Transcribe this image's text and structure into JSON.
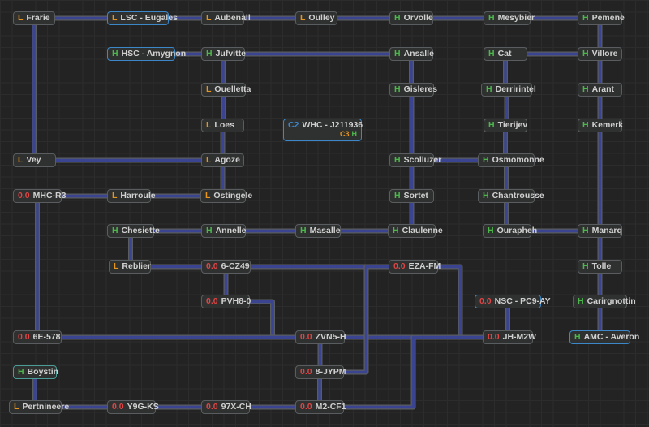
{
  "map": {
    "colors": {
      "background": "#232323",
      "link": "#3a4490",
      "link_outline": "#5a5d60",
      "sec_low": "#e8951c",
      "sec_high": "#4cb84c",
      "sec_null": "#e04444",
      "hub_border": "#3c87c8"
    },
    "systems": [
      {
        "id": "frarie",
        "sec": "L",
        "name": "Frarie"
      },
      {
        "id": "eugales",
        "sec": "L",
        "name": "LSC - Eugales",
        "hub": true
      },
      {
        "id": "aubenall",
        "sec": "L",
        "name": "Aubenall"
      },
      {
        "id": "oulley",
        "sec": "L",
        "name": "Oulley"
      },
      {
        "id": "orvolle",
        "sec": "H",
        "name": "Orvolle"
      },
      {
        "id": "mesybier",
        "sec": "H",
        "name": "Mesybier"
      },
      {
        "id": "pemene",
        "sec": "H",
        "name": "Pemene"
      },
      {
        "id": "amygnon",
        "sec": "H",
        "name": "HSC - Amygnon",
        "hub": true
      },
      {
        "id": "jufvitte",
        "sec": "H",
        "name": "Jufvitte"
      },
      {
        "id": "ansalle",
        "sec": "H",
        "name": "Ansalle"
      },
      {
        "id": "cat",
        "sec": "H",
        "name": "Cat"
      },
      {
        "id": "villore",
        "sec": "H",
        "name": "Villore"
      },
      {
        "id": "ouelletta",
        "sec": "L",
        "name": "Ouelletta"
      },
      {
        "id": "gisleres",
        "sec": "H",
        "name": "Gisleres"
      },
      {
        "id": "derririntel",
        "sec": "H",
        "name": "Derririntel"
      },
      {
        "id": "arant",
        "sec": "H",
        "name": "Arant"
      },
      {
        "id": "loes",
        "sec": "L",
        "name": "Loes"
      },
      {
        "id": "tierijev",
        "sec": "H",
        "name": "Tierijev"
      },
      {
        "id": "kemerk",
        "sec": "H",
        "name": "Kemerk"
      },
      {
        "id": "vey",
        "sec": "L",
        "name": "Vey"
      },
      {
        "id": "agoze",
        "sec": "L",
        "name": "Agoze"
      },
      {
        "id": "scolluzer",
        "sec": "H",
        "name": "Scolluzer"
      },
      {
        "id": "osmomonne",
        "sec": "H",
        "name": "Osmomonne"
      },
      {
        "id": "mhcr3",
        "sec": "0.0",
        "name": "MHC-R3"
      },
      {
        "id": "harroule",
        "sec": "L",
        "name": "Harroule"
      },
      {
        "id": "ostingele",
        "sec": "L",
        "name": "Ostingele"
      },
      {
        "id": "sortet",
        "sec": "H",
        "name": "Sortet"
      },
      {
        "id": "chantrousse",
        "sec": "H",
        "name": "Chantrousse"
      },
      {
        "id": "chesiette",
        "sec": "H",
        "name": "Chesiette"
      },
      {
        "id": "annelle",
        "sec": "H",
        "name": "Annelle"
      },
      {
        "id": "masalle",
        "sec": "H",
        "name": "Masalle"
      },
      {
        "id": "claulenne",
        "sec": "H",
        "name": "Claulenne"
      },
      {
        "id": "ourapheh",
        "sec": "H",
        "name": "Ourapheh"
      },
      {
        "id": "manarq",
        "sec": "H",
        "name": "Manarq"
      },
      {
        "id": "reblier",
        "sec": "L",
        "name": "Reblier"
      },
      {
        "id": "6cz49",
        "sec": "0.0",
        "name": "6-CZ49"
      },
      {
        "id": "ezafm",
        "sec": "0.0",
        "name": "EZA-FM"
      },
      {
        "id": "tolle",
        "sec": "H",
        "name": "Tolle"
      },
      {
        "id": "pvh80",
        "sec": "0.0",
        "name": "PVH8-0"
      },
      {
        "id": "pc9ay",
        "sec": "0.0",
        "name": "NSC - PC9-AY",
        "hub": true
      },
      {
        "id": "carirgnottin",
        "sec": "H",
        "name": "Carirgnottin"
      },
      {
        "id": "6e578",
        "sec": "0.0",
        "name": "6E-578"
      },
      {
        "id": "zvn5h",
        "sec": "0.0",
        "name": "ZVN5-H"
      },
      {
        "id": "jhm2w",
        "sec": "0.0",
        "name": "JH-M2W"
      },
      {
        "id": "averon",
        "sec": "H",
        "name": "AMC - Averon",
        "hub": true
      },
      {
        "id": "boystin",
        "sec": "H",
        "name": "Boystin",
        "teal": true
      },
      {
        "id": "8jypm",
        "sec": "0.0",
        "name": "8-JYPM"
      },
      {
        "id": "pertnineere",
        "sec": "L",
        "name": "Pertnineere"
      },
      {
        "id": "y9gks",
        "sec": "0.0",
        "name": "Y9G-KS"
      },
      {
        "id": "97xch",
        "sec": "0.0",
        "name": "97X-CH"
      },
      {
        "id": "m2cf1",
        "sec": "0.0",
        "name": "M2-CF1"
      }
    ],
    "special": {
      "class_label": "C2",
      "name": "WHC - J211936",
      "statics": [
        "C3",
        "H"
      ]
    },
    "connections": [
      [
        "frarie",
        "eugales"
      ],
      [
        "eugales",
        "aubenall"
      ],
      [
        "aubenall",
        "oulley"
      ],
      [
        "oulley",
        "orvolle"
      ],
      [
        "orvolle",
        "mesybier"
      ],
      [
        "mesybier",
        "pemene"
      ],
      [
        "pemene",
        "villore"
      ],
      [
        "frarie",
        "vey"
      ],
      [
        "amygnon",
        "jufvitte"
      ],
      [
        "jufvitte",
        "ansalle"
      ],
      [
        "jufvitte",
        "ouelletta"
      ],
      [
        "ouelletta",
        "loes"
      ],
      [
        "loes",
        "agoze"
      ],
      [
        "vey",
        "agoze"
      ],
      [
        "agoze",
        "ostingele"
      ],
      [
        "mhcr3",
        "harroule"
      ],
      [
        "harroule",
        "ostingele"
      ],
      [
        "ansalle",
        "gisleres"
      ],
      [
        "gisleres",
        "scolluzer"
      ],
      [
        "scolluzer",
        "osmomonne"
      ],
      [
        "scolluzer",
        "sortet"
      ],
      [
        "sortet",
        "claulenne"
      ],
      [
        "cat",
        "villore"
      ],
      [
        "cat",
        "derririntel"
      ],
      [
        "derririntel",
        "tierijev"
      ],
      [
        "tierijev",
        "osmomonne"
      ],
      [
        "osmomonne",
        "chantrousse"
      ],
      [
        "chantrousse",
        "ourapheh"
      ],
      [
        "villore",
        "arant"
      ],
      [
        "arant",
        "kemerk"
      ],
      [
        "kemerk",
        "manarq"
      ],
      [
        "ourapheh",
        "manarq"
      ],
      [
        "chesiette",
        "annelle"
      ],
      [
        "annelle",
        "masalle"
      ],
      [
        "masalle",
        "claulenne"
      ],
      [
        "chesiette",
        "reblier"
      ],
      [
        "reblier",
        "6cz49"
      ],
      [
        "6cz49",
        "ezafm"
      ],
      [
        "6cz49",
        "pvh80"
      ],
      [
        "pvh80",
        "zvn5h"
      ],
      [
        "manarq",
        "tolle"
      ],
      [
        "tolle",
        "carirgnottin"
      ],
      [
        "carirgnottin",
        "averon"
      ],
      [
        "mhcr3",
        "6e578"
      ],
      [
        "6e578",
        "zvn5h"
      ],
      [
        "zvn5h",
        "jhm2w"
      ],
      [
        "ezafm",
        "jhm2w"
      ],
      [
        "ezafm",
        "8jypm"
      ],
      [
        "pc9ay",
        "jhm2w"
      ],
      [
        "zvn5h",
        "8jypm"
      ],
      [
        "8jypm",
        "m2cf1"
      ],
      [
        "m2cf1",
        "jhm2w"
      ],
      [
        "boystin",
        "pertnineere"
      ],
      [
        "pertnineere",
        "y9gks"
      ],
      [
        "y9gks",
        "97xch"
      ],
      [
        "97xch",
        "m2cf1"
      ]
    ]
  }
}
